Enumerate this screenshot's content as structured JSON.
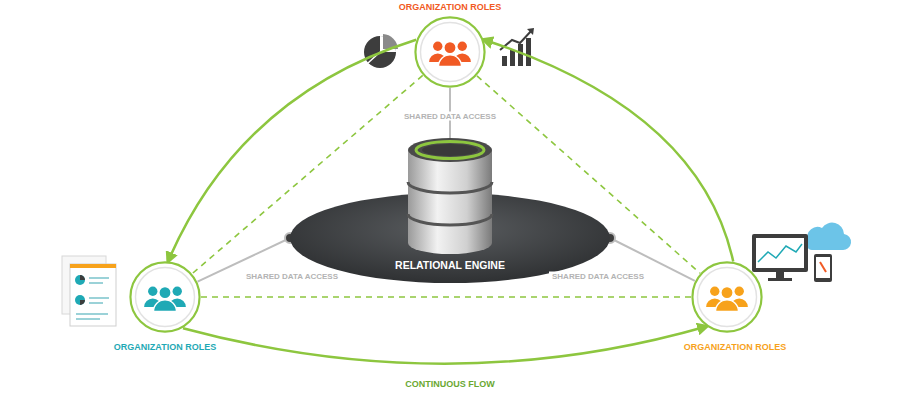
{
  "diagram": {
    "nodes": [
      {
        "text": [
          "ORGANIZATION ROLES"
        ]
      },
      {
        "text": [
          "ORGANIZATION ROLES"
        ]
      },
      {
        "text": [
          "ORGANIZATION ROLES"
        ]
      },
      {
        "text": [
          "RELATIONAL ENGINE"
        ]
      }
    ],
    "edges": [
      {
        "from": 3,
        "to": 0,
        "label": "SHARED DATA ACCESS",
        "arrow": "none"
      },
      {
        "from": 3,
        "to": 1,
        "label": "SHARED DATA ACCESS",
        "arrow": "none"
      },
      {
        "from": 3,
        "to": 2,
        "label": "SHARED DATA ACCESS",
        "arrow": "none"
      },
      {
        "from": 0,
        "to": 1,
        "arrow": "none"
      },
      {
        "from": 0,
        "to": 2,
        "arrow": "none"
      },
      {
        "from": 1,
        "to": 2,
        "arrow": "none"
      },
      {
        "from": 0,
        "to": 1,
        "arrow": "to"
      },
      {
        "from": 2,
        "to": 0,
        "arrow": "to"
      },
      {
        "from": 1,
        "to": 2,
        "label": "CONTINUOUS FLOW",
        "arrow": "to"
      }
    ]
  }
}
